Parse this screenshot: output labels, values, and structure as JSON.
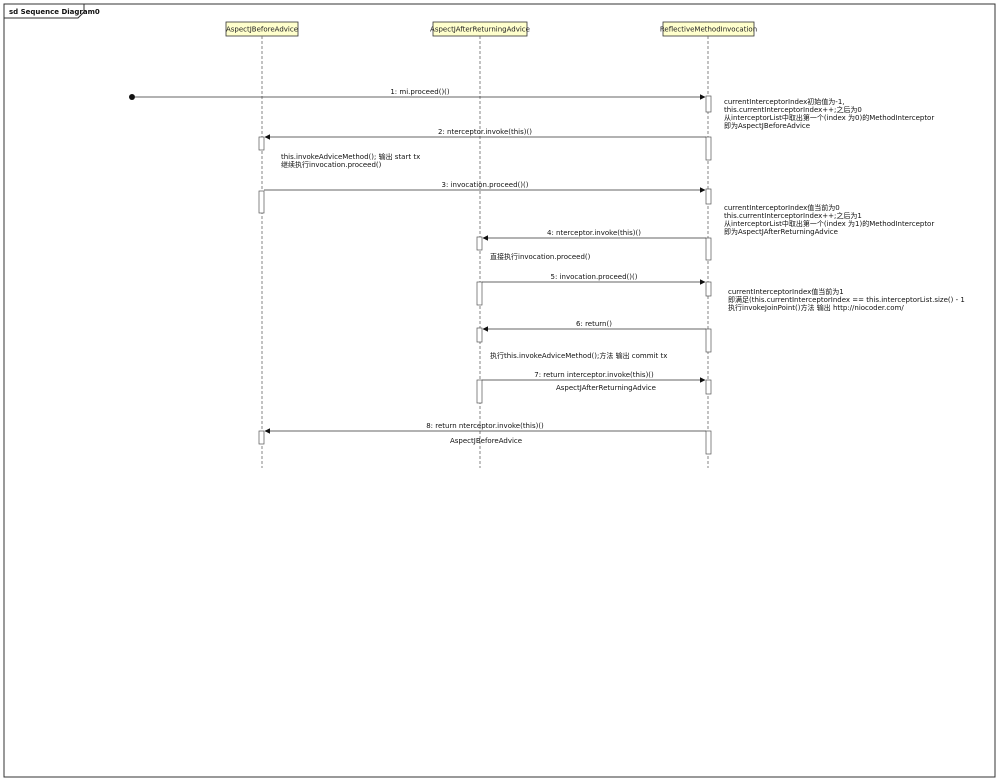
{
  "frame": {
    "title": "sd Sequence Diagram0"
  },
  "lifelines": [
    {
      "name": "AspectJBeforeAdvice"
    },
    {
      "name": "AspectJAfterReturningAdvice"
    },
    {
      "name": "ReflectiveMethodInvocation"
    }
  ],
  "messages": [
    {
      "label": "1: mi.proceed()()"
    },
    {
      "label": "2: nterceptor.invoke(this)()"
    },
    {
      "label": "3: invocation.proceed()()"
    },
    {
      "label": "4: nterceptor.invoke(this)()"
    },
    {
      "label": "5: invocation.proceed()()"
    },
    {
      "label": "6: return()"
    },
    {
      "label": "7: return interceptor.invoke(this)()"
    },
    {
      "label": "8: return nterceptor.invoke(this)()"
    }
  ],
  "notes": [
    {
      "lines": [
        "currentInterceptorIndex初始值为-1,",
        "this.currentInterceptorIndex++;之后为0",
        "从interceptorList中取出第一个(index 为0)的MethodInterceptor",
        "即为AspectJBeforeAdvice"
      ]
    },
    {
      "lines": [
        "this.invokeAdviceMethod(); 输出 start tx",
        "继续执行invocation.proceed()"
      ]
    },
    {
      "lines": [
        "currentInterceptorIndex值当前为0",
        "this.currentInterceptorIndex++;之后为1",
        "从interceptorList中取出第一个(index 为1)的MethodInterceptor",
        "即为AspectJAfterReturningAdvice"
      ]
    },
    {
      "lines": [
        "直接执行invocation.proceed()"
      ]
    },
    {
      "lines": [
        "currentInterceptorIndex值当前为1",
        "即满足(this.currentInterceptorIndex == this.interceptorList.size() - 1",
        "执行invokeJoinPoint()方法 输出 http://niocoder.com/"
      ]
    },
    {
      "lines": [
        "执行this.invokeAdviceMethod();方法 输出 commit tx"
      ]
    },
    {
      "lines": [
        "AspectJAfterReturningAdvice"
      ]
    },
    {
      "lines": [
        "AspectJBeforeAdvice"
      ]
    }
  ],
  "colors": {
    "header_fill": "#ffffcc",
    "frame_stroke": "#333333",
    "line": "#555555"
  }
}
